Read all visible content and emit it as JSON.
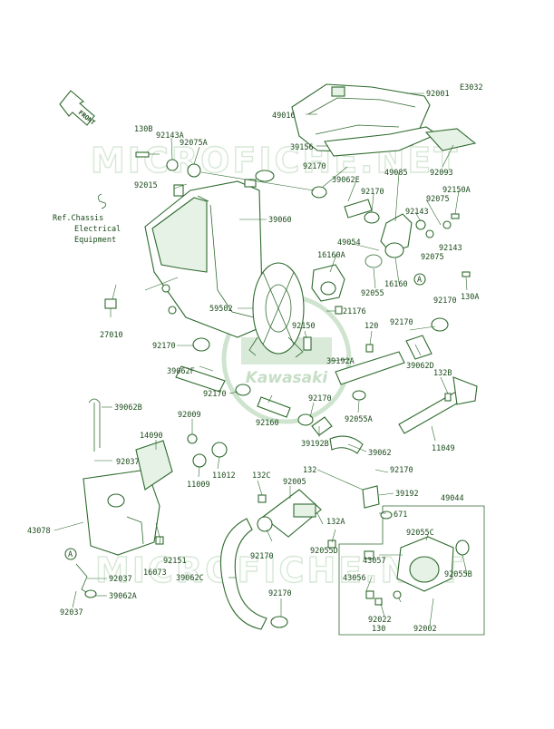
{
  "diagram_code": "E3032",
  "watermark": "MICROFICHE.NET",
  "logo_text": "Kawasaki",
  "front_label": "FRONT",
  "reference_note": [
    "Ref.Chassis",
    "Electrical",
    "Equipment"
  ],
  "labels": [
    "92001",
    "49016",
    "39156",
    "92093",
    "130B",
    "92143A",
    "92075A",
    "92015",
    "92170",
    "39062E",
    "49085",
    "92075",
    "92150A",
    "92143",
    "39060",
    "49054",
    "16160A",
    "92055",
    "16160",
    "130A",
    "A",
    "59502",
    "21176",
    "92150",
    "120",
    "27010",
    "39192A",
    "39062D",
    "39062F",
    "132B",
    "92160",
    "92055A",
    "39062B",
    "92009",
    "14090",
    "39192B",
    "39062",
    "11049",
    "92037",
    "11012",
    "11009",
    "132C",
    "132",
    "92005",
    "39192",
    "49044",
    "671",
    "43078",
    "92151",
    "16073",
    "92055D",
    "132A",
    "92055C",
    "43057",
    "92055B",
    "43056",
    "92022",
    "39062C",
    "39062A",
    "130",
    "92002"
  ]
}
